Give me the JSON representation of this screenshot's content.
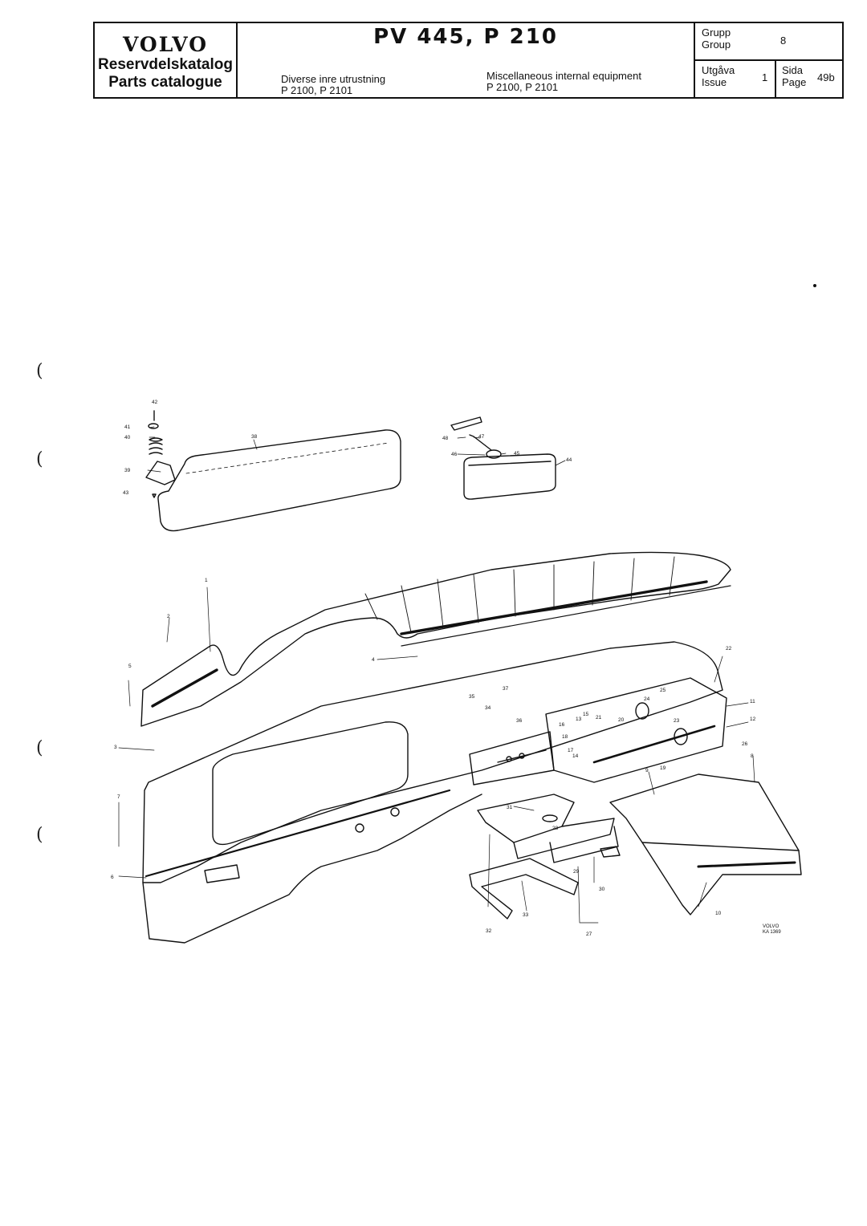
{
  "header": {
    "brand": "VOLVO",
    "catalog_sv": "Reservdelskatalog",
    "catalog_en": "Parts catalogue",
    "model": "PV 445, P 210",
    "desc_sv": "Diverse inre utrustning",
    "models_sv": "P 2100, P 2101",
    "desc_en": "Miscellaneous internal equipment",
    "models_en": "P 2100, P 2101",
    "group_label_sv": "Grupp",
    "group_label_en": "Group",
    "group_value": "8",
    "issue_label_sv": "Utgåva",
    "issue_label_en": "Issue",
    "issue_value": "1",
    "page_label_sv": "Sida",
    "page_label_en": "Page",
    "page_value": "49b"
  },
  "margin_marks": [
    "(",
    "(",
    "(",
    "("
  ],
  "diagram": {
    "part_labels": [
      "1",
      "2",
      "3",
      "4",
      "5",
      "6",
      "7",
      "8",
      "9",
      "10",
      "11",
      "12",
      "13",
      "14",
      "15",
      "16",
      "17",
      "18",
      "19",
      "20",
      "21",
      "22",
      "23",
      "24",
      "25",
      "26",
      "27",
      "28",
      "29",
      "30",
      "31",
      "32",
      "33",
      "34",
      "35",
      "36",
      "37",
      "38",
      "39",
      "40",
      "41",
      "42",
      "43",
      "44",
      "45",
      "46",
      "47",
      "48"
    ],
    "stamp_line1": "VOLVO",
    "stamp_line2": "KA 1369"
  }
}
